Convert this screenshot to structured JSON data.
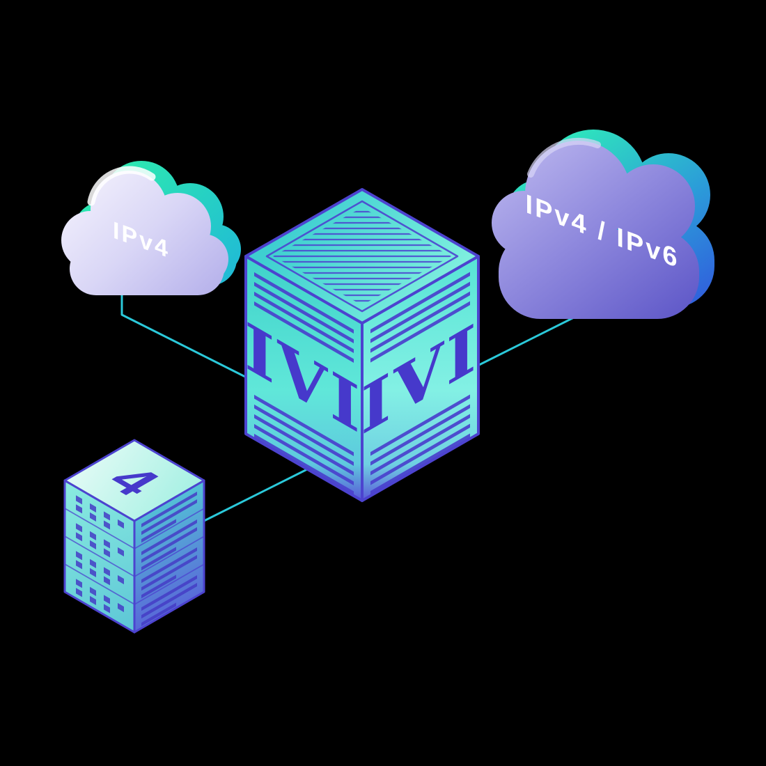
{
  "labels": {
    "left_cloud": "IPv4",
    "right_cloud": "IPv4 / IPv6",
    "box_left_face": "IVI",
    "box_right_face": "IVI",
    "server_stack": "4"
  },
  "colors": {
    "background": "#000000",
    "connector": "#2bc9da",
    "outline": "#4c43cf",
    "box_label": "#4639cb",
    "cloud_label": "#ffffff",
    "teal": "#45e0d0",
    "purple": "#5a54d8",
    "left_cloud_fill": "#d9d6f6",
    "right_cloud_fill": "#8e88dd",
    "stack_accent": "#453dc6"
  }
}
